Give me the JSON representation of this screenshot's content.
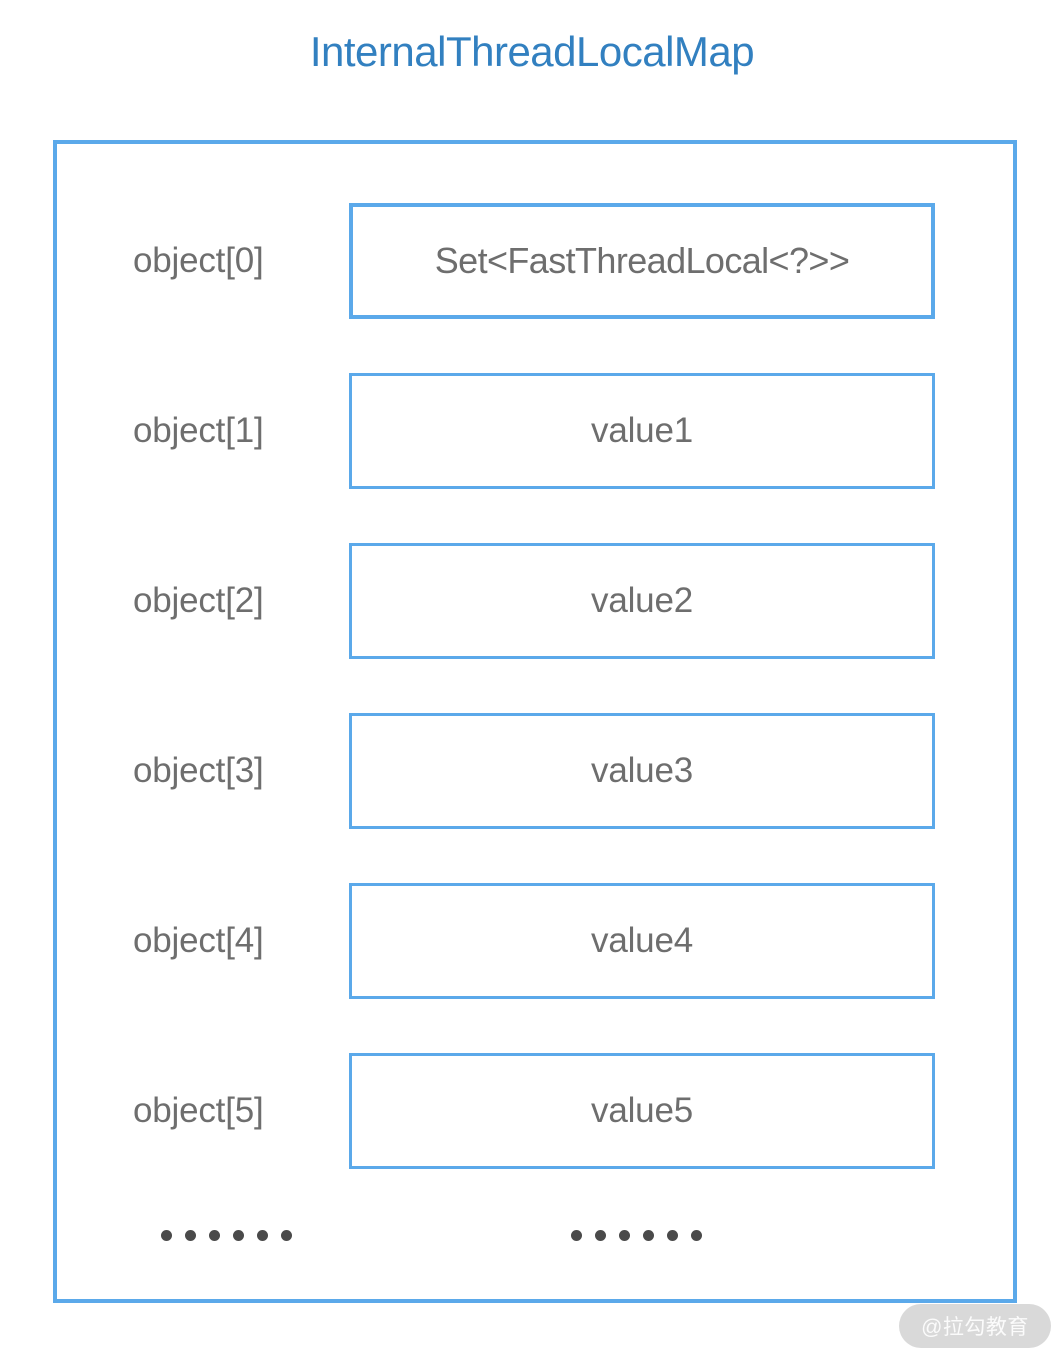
{
  "title": "InternalThreadLocalMap",
  "colors": {
    "title_blue": "#3280c0",
    "border_blue": "#5ba9ea",
    "text_gray": "#6e6e6e",
    "dot_gray": "#4a4a4a",
    "watermark_bg": "#d9d9d9",
    "background": "#ffffff"
  },
  "slots": [
    {
      "label": "object[0]",
      "value": "Set<FastThreadLocal<?>>",
      "emphasis": true
    },
    {
      "label": "object[1]",
      "value": "value1",
      "emphasis": false
    },
    {
      "label": "object[2]",
      "value": "value2",
      "emphasis": false
    },
    {
      "label": "object[3]",
      "value": "value3",
      "emphasis": false
    },
    {
      "label": "object[4]",
      "value": "value4",
      "emphasis": false
    },
    {
      "label": "object[5]",
      "value": "value5",
      "emphasis": false
    }
  ],
  "ellipsis": {
    "left_dot_count": 6,
    "right_dot_count": 6,
    "glyph": "•"
  },
  "watermark": {
    "text": "@拉勾教育"
  }
}
